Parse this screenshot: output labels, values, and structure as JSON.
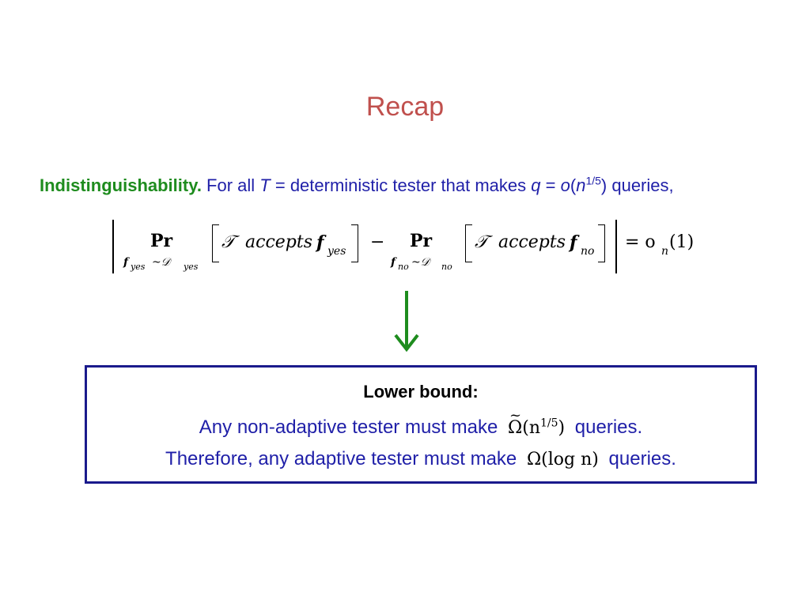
{
  "slide": {
    "title": "Recap",
    "definition": {
      "label": "Indistinguishability.",
      "text_pre": " For all ",
      "T": "T",
      "text_mid": " = deterministic tester that makes ",
      "q": "q",
      "eq": " = ",
      "o": "o",
      "paren_open": "(",
      "n": "n",
      "exponent": "1/5",
      "text_post": ") queries,"
    },
    "formula": {
      "pr": "Pr",
      "sub_yes": "f",
      "sub_yes_index": "yes",
      "sub_yes_dist": "~𝒟",
      "sub_yes_dist_index": "yes",
      "sub_no": "f",
      "sub_no_index": "no",
      "sub_no_dist": "~𝒟",
      "sub_no_dist_index": "no",
      "tester": "𝒯",
      "accepts": "accepts",
      "f": "f",
      "yes": "yes",
      "no": "no",
      "minus": "−",
      "result": "= o",
      "result_sub": "n",
      "result_tail": "(1)"
    },
    "arrow_color": "#1e8c1e",
    "box": {
      "title": "Lower bound:",
      "line1_pre": "Any non-adaptive tester must make",
      "line1_math": "Ω(n",
      "line1_exp": "1/5",
      "line1_math_close": ")",
      "line1_post": "queries.",
      "line2_pre": "Therefore, any adaptive tester must make",
      "line2_math": "Ω(log n)",
      "line2_post": "queries."
    }
  }
}
